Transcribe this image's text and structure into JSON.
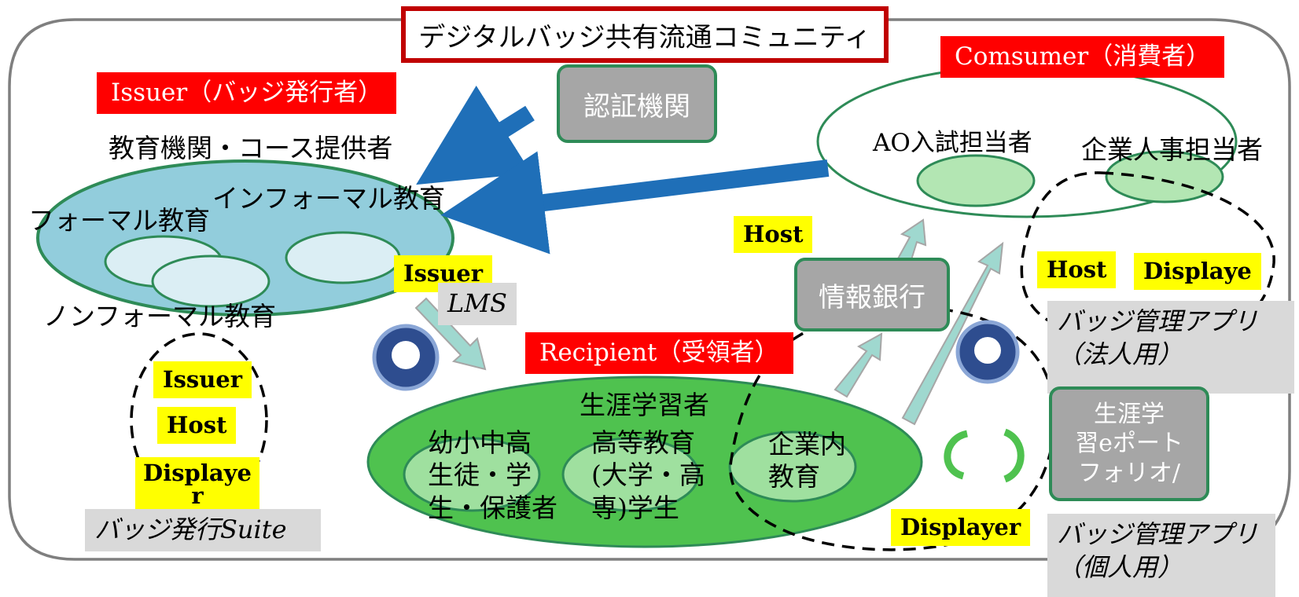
{
  "title": "デジタルバッジ共有流通コミュニティ",
  "issuer": {
    "heading": "Issuer（バッジ発行者）",
    "subheading": "教育機関・コース提供者",
    "formal": "フォーマル教育",
    "informal": "インフォーマル教育",
    "nonformal": "ノンフォーマル教育",
    "issuer_tag": "Issuer"
  },
  "accreditor": "認証機関",
  "lms": "LMS",
  "suite": {
    "issuer": "Issuer",
    "host": "Host",
    "displayer": "Displaye",
    "displayer_overflow": "r",
    "label": "バッジ発行Suite"
  },
  "consumer": {
    "heading": "Comsumer（消費者）",
    "ao": "AO入試担当者",
    "hr": "企業人事担当者",
    "host_tag": "Host",
    "displayer_tag": "Displaye"
  },
  "host_top": "Host",
  "info_bank": "情報銀行",
  "recipient": {
    "heading": "Recipient（受領者）",
    "lifelong": "生涯学習者",
    "k12": [
      "幼小中高",
      "生徒・学",
      "生・保護者"
    ],
    "higher": [
      "高等教育",
      "(大学・高",
      "専)学生"
    ],
    "corporate": [
      "企業内",
      "教育"
    ]
  },
  "corp_app": [
    "バッジ管理アプリ",
    "（法人用）"
  ],
  "personal_app": [
    "バッジ管理アプリ",
    "（個人用）"
  ],
  "portfolio": [
    "生涯学",
    "習eポート",
    "フォリオ/"
  ],
  "displayer": "Displayer",
  "colors": {
    "frame": "#7f7f7f",
    "issuer_fill": "#92cddc",
    "recipient_fill": "#4fc24f",
    "arrow_blue": "#1f6fb8",
    "arrow_teal": "#9fd8cf",
    "label_red": "#ff0000",
    "tag_yellow": "#ffff00"
  }
}
